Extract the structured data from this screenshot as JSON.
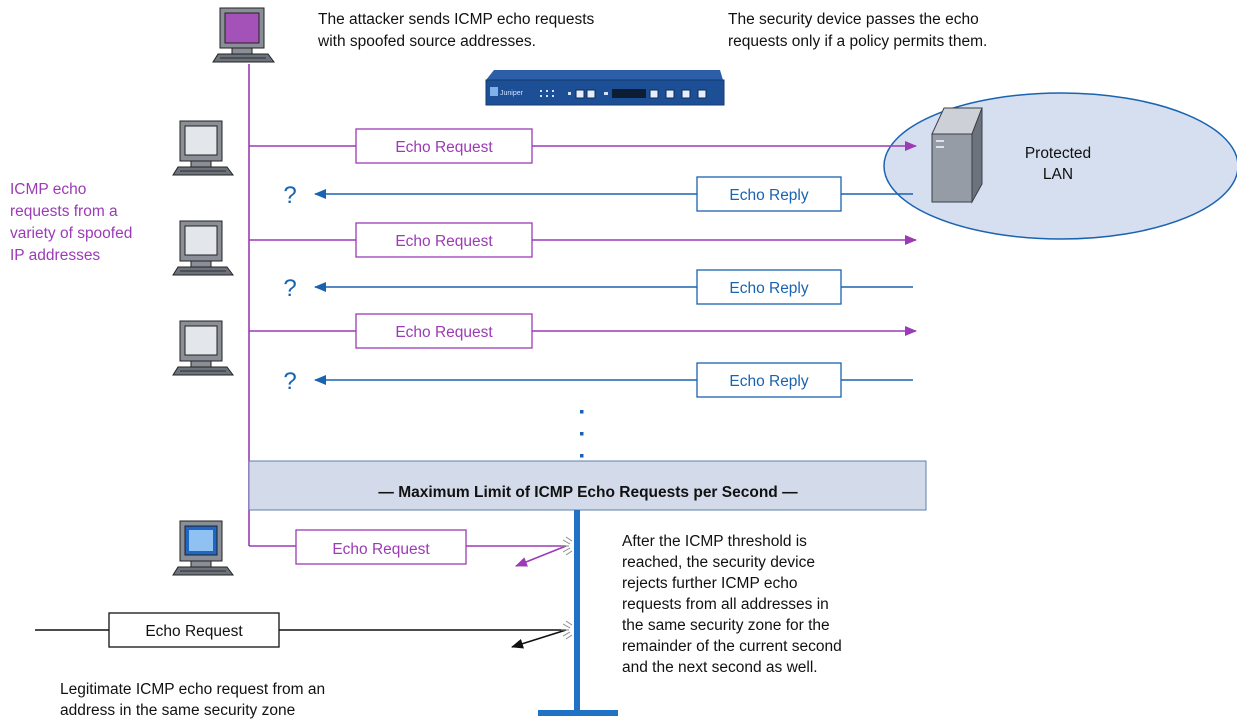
{
  "top_left_note": [
    "The attacker sends ICMP echo requests",
    "with spoofed source addresses."
  ],
  "top_right_note": [
    "The security device passes the echo",
    "requests only if a policy permits them."
  ],
  "device_brand": "Juniper",
  "protected_lan": [
    "Protected",
    "LAN"
  ],
  "spoof_note": [
    "ICMP echo",
    "requests from a",
    "variety of spoofed",
    "IP addresses"
  ],
  "echo_request_label": "Echo Request",
  "echo_reply_label": "Echo Reply",
  "question_mark": "?",
  "limit_bar": "— Maximum Limit of ICMP Echo Requests per Second —",
  "threshold_note": [
    "After the ICMP threshold is",
    "reached, the security device",
    "rejects further ICMP echo",
    "requests from all addresses in",
    "the same security zone for the",
    "remainder of the current second",
    "and the next second as well."
  ],
  "legit_note": [
    "Legitimate ICMP echo request from an",
    "address in the same security zone"
  ],
  "colors": {
    "purple": "#9b3bb5",
    "blue": "#1a63b0",
    "limit_bar_fill": "#d3dbea",
    "lan_fill": "#d5dff0"
  }
}
